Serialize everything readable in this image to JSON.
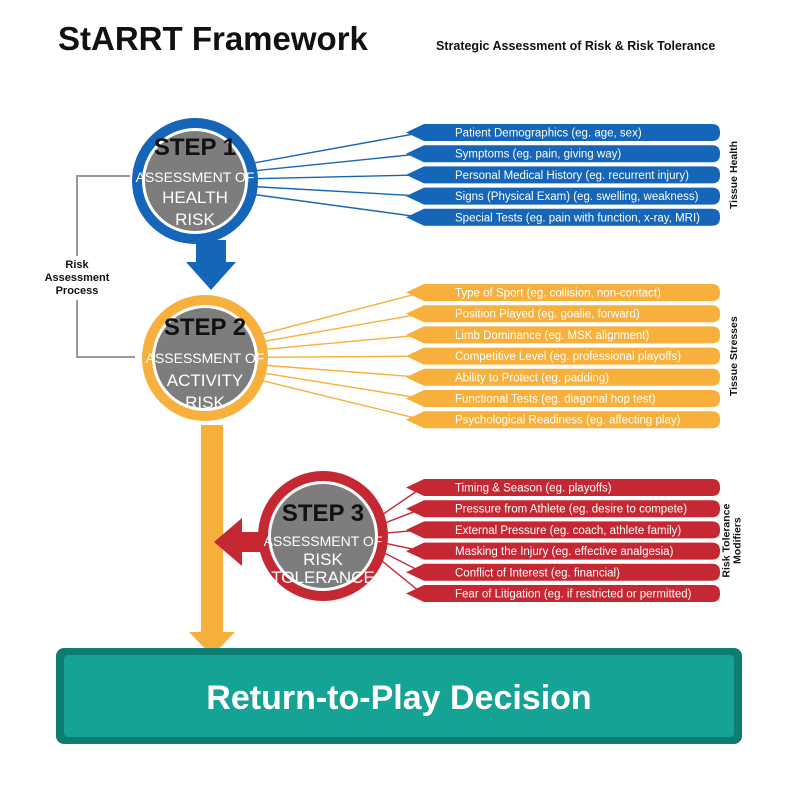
{
  "header": {
    "title": "StARRT Framework",
    "subtitle": "Strategic Assessment of Risk & Risk Tolerance"
  },
  "colors": {
    "blue": "#1565b8",
    "orange": "#f7b03c",
    "red": "#c62833",
    "gray": "#7d7d7d",
    "teal": "#14a394",
    "teal_border": "#0c7d70"
  },
  "process_label": [
    "Risk",
    "Assessment",
    "Process"
  ],
  "steps": [
    {
      "step_label": "STEP 1",
      "lines": [
        "ASSESSMENT OF",
        "HEALTH",
        "RISK"
      ],
      "side_label": [
        "Tissue Health"
      ],
      "items": [
        "Patient Demographics (eg. age, sex)",
        "Symptoms (eg. pain, giving way)",
        "Personal Medical History (eg. recurrent injury)",
        "Signs (Physical Exam) (eg. swelling, weakness)",
        "Special Tests (eg. pain with function, x-ray, MRI)"
      ]
    },
    {
      "step_label": "STEP 2",
      "lines": [
        "ASSESSMENT OF",
        "ACTIVITY",
        "RISK"
      ],
      "side_label": [
        "Tissue Stresses"
      ],
      "items": [
        "Type of Sport (eg. collision, non-contact)",
        "Position Played (eg. goalie, forward)",
        "Limb Dominance (eg. MSK alignment)",
        "Competitive Level (eg. professional playoffs)",
        "Ability to Protect (eg. padding)",
        "Functional Tests (eg. diagonal hop test)",
        "Psychological Readiness (eg. affecting play)"
      ]
    },
    {
      "step_label": "STEP 3",
      "lines": [
        "ASSESSMENT OF",
        "RISK",
        "TOLERANCE"
      ],
      "side_label": [
        "Risk Tolerance",
        "Modifiers"
      ],
      "items": [
        "Timing & Season (eg. playoffs)",
        "Pressure from Athlete (eg. desire to compete)",
        "External Pressure (eg. coach, athlete family)",
        "Masking the Injury (eg. effective analgesia)",
        "Conflict of Interest (eg. financial)",
        "Fear of Litigation (eg. if restricted or permitted)"
      ]
    }
  ],
  "decision": "Return-to-Play Decision"
}
